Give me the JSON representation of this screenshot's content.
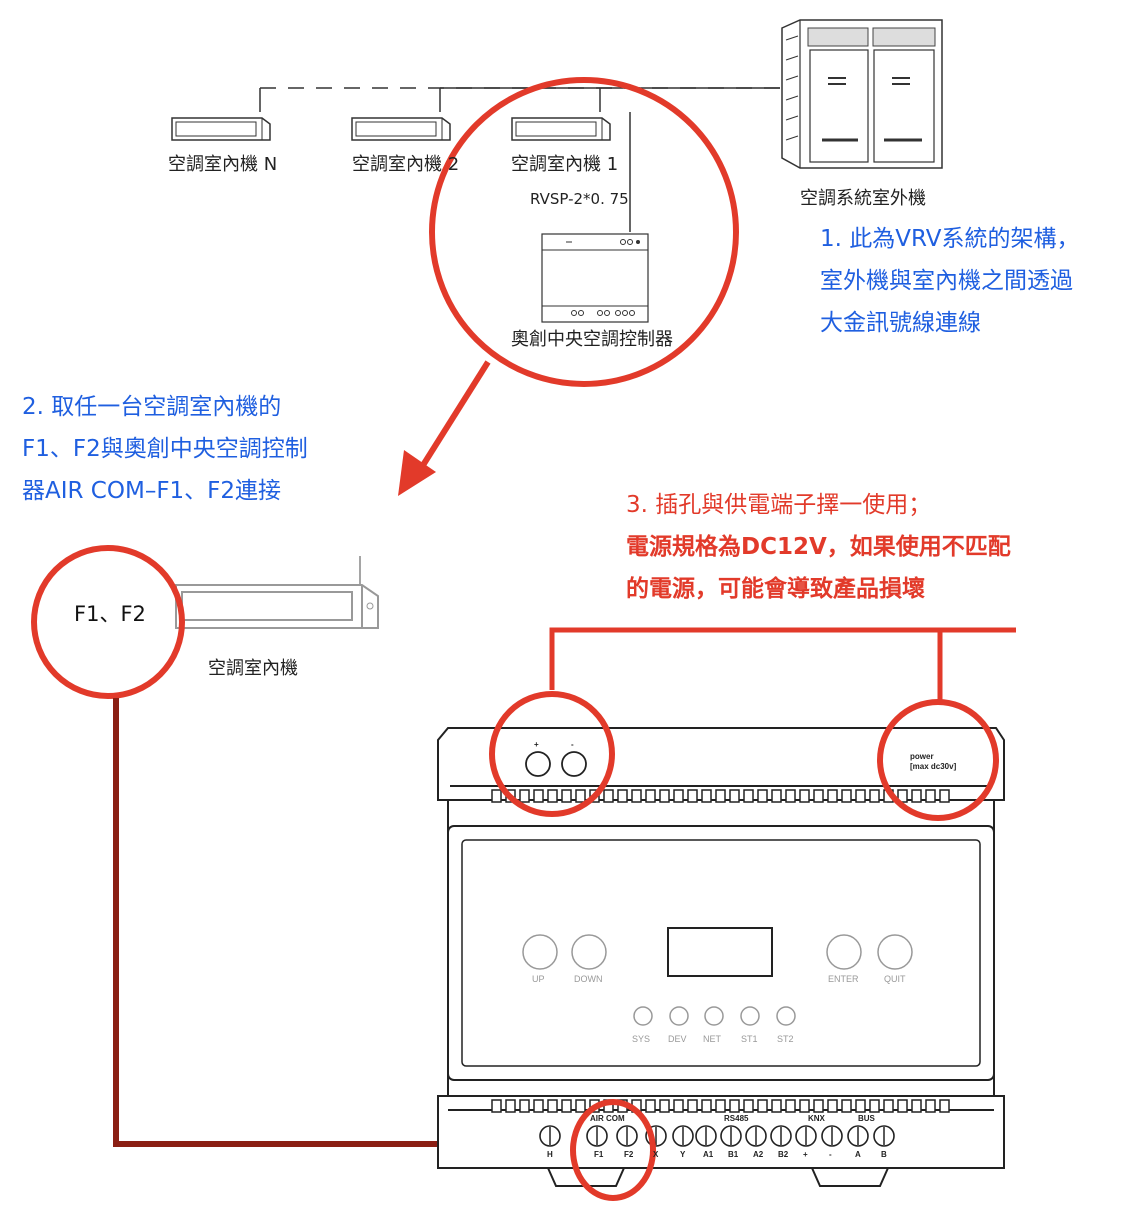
{
  "top_diagram": {
    "indoor_units": [
      "空調室內機 N",
      "空調室內機 2",
      "空調室內機 1"
    ],
    "cable_label": "RVSP-2*0. 75",
    "controller_label": "奧創中央空調控制器",
    "outdoor_label": "空調系統室外機"
  },
  "notes": {
    "note1": [
      "1. 此為VRV系統的架構，",
      "室外機與室內機之間透過",
      "大金訊號線連線"
    ],
    "note2": [
      "2. 取任一台空調室內機的",
      "F1、F2與奧創中央空調控制",
      "器AIR COM–F1、F2連接"
    ],
    "note3_title": "3. 插孔與供電端子擇一使用；",
    "note3_warning": [
      "電源規格為DC12V，如果使用不匹配",
      "的電源，可能會導致產品損壞"
    ]
  },
  "wiring": {
    "f1f2_label": "F1、F2",
    "indoor_label": "空調室內機"
  },
  "device": {
    "jack_labels": [
      "+",
      "-"
    ],
    "power_label_1": "power",
    "power_label_2": "[max dc30v]",
    "buttons": [
      "UP",
      "DOWN",
      "ENTER",
      "QUIT"
    ],
    "leds": [
      "SYS",
      "DEV",
      "NET",
      "ST1",
      "ST2"
    ],
    "group_labels": [
      "AIR COM",
      "RS485",
      "KNX",
      "BUS"
    ],
    "terminals": [
      "H",
      "F1",
      "F2",
      "X",
      "Y",
      "A1",
      "B1",
      "A2",
      "B2",
      "+",
      "-",
      "A",
      "B"
    ]
  },
  "colors": {
    "highlight": "#e23a2a",
    "wire": "#8b1f14",
    "note_blue": "#1f5fe0"
  }
}
